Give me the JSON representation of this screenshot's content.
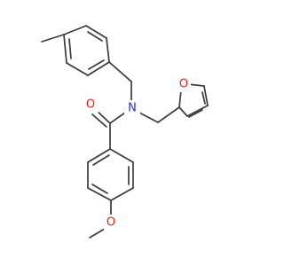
{
  "molecule": {
    "atom_labels": {
      "carbonyl_oxygen": "O",
      "amide_nitrogen": "N",
      "furan_oxygen": "O",
      "methoxy_oxygen": "O"
    },
    "colors": {
      "bond": "#3a3a3a",
      "oxygen": "#e8221a",
      "nitrogen": "#2a2ae0",
      "background": "#ffffff"
    }
  }
}
